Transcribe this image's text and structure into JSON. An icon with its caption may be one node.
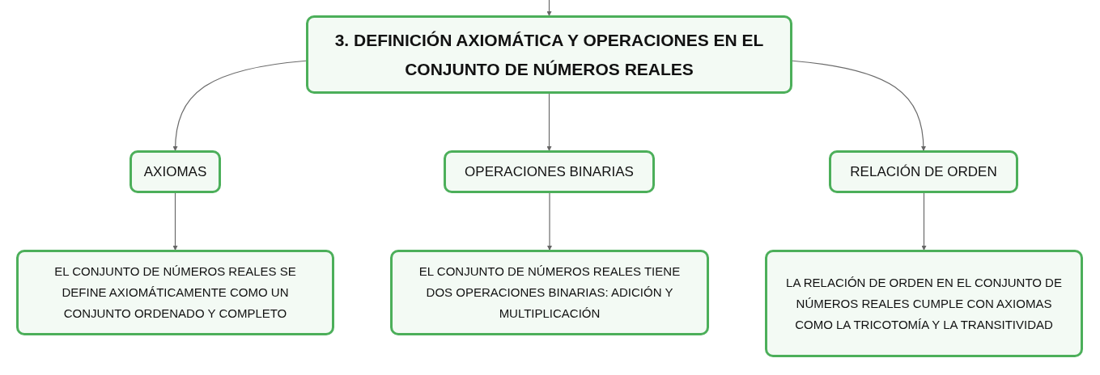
{
  "diagram": {
    "nodes": [
      {
        "text": [
          "3. DEFINICIÓN AXIOMÁTICA Y OPERACIONES EN EL CONJUNTO DE NÚMEROS REALES"
        ]
      },
      {
        "text": [
          "AXIOMAS"
        ]
      },
      {
        "text": [
          "OPERACIONES BINARIAS"
        ]
      },
      {
        "text": [
          "RELACIÓN DE ORDEN"
        ]
      },
      {
        "text": [
          "EL CONJUNTO DE NÚMEROS REALES SE DEFINE AXIOMÁTICAMENTE COMO UN CONJUNTO ORDENADO Y COMPLETO"
        ]
      },
      {
        "text": [
          "EL CONJUNTO DE NÚMEROS REALES TIENE DOS OPERACIONES BINARIAS: ADICIÓN Y MULTIPLICACIÓN"
        ]
      },
      {
        "text": [
          "LA RELACIÓN DE ORDEN EN EL CONJUNTO DE NÚMEROS REALES CUMPLE CON AXIOMAS COMO LA TRICOTOMÍA Y LA TRANSITIVIDAD"
        ]
      }
    ],
    "edges": [
      {
        "from": null,
        "to": 0,
        "arrow": "to"
      },
      {
        "from": 0,
        "to": 1,
        "arrow": "to"
      },
      {
        "from": 0,
        "to": 2,
        "arrow": "to"
      },
      {
        "from": 0,
        "to": 3,
        "arrow": "to"
      },
      {
        "from": 1,
        "to": 4,
        "arrow": "to"
      },
      {
        "from": 2,
        "to": 5,
        "arrow": "to"
      },
      {
        "from": 3,
        "to": 6,
        "arrow": "to"
      }
    ]
  }
}
